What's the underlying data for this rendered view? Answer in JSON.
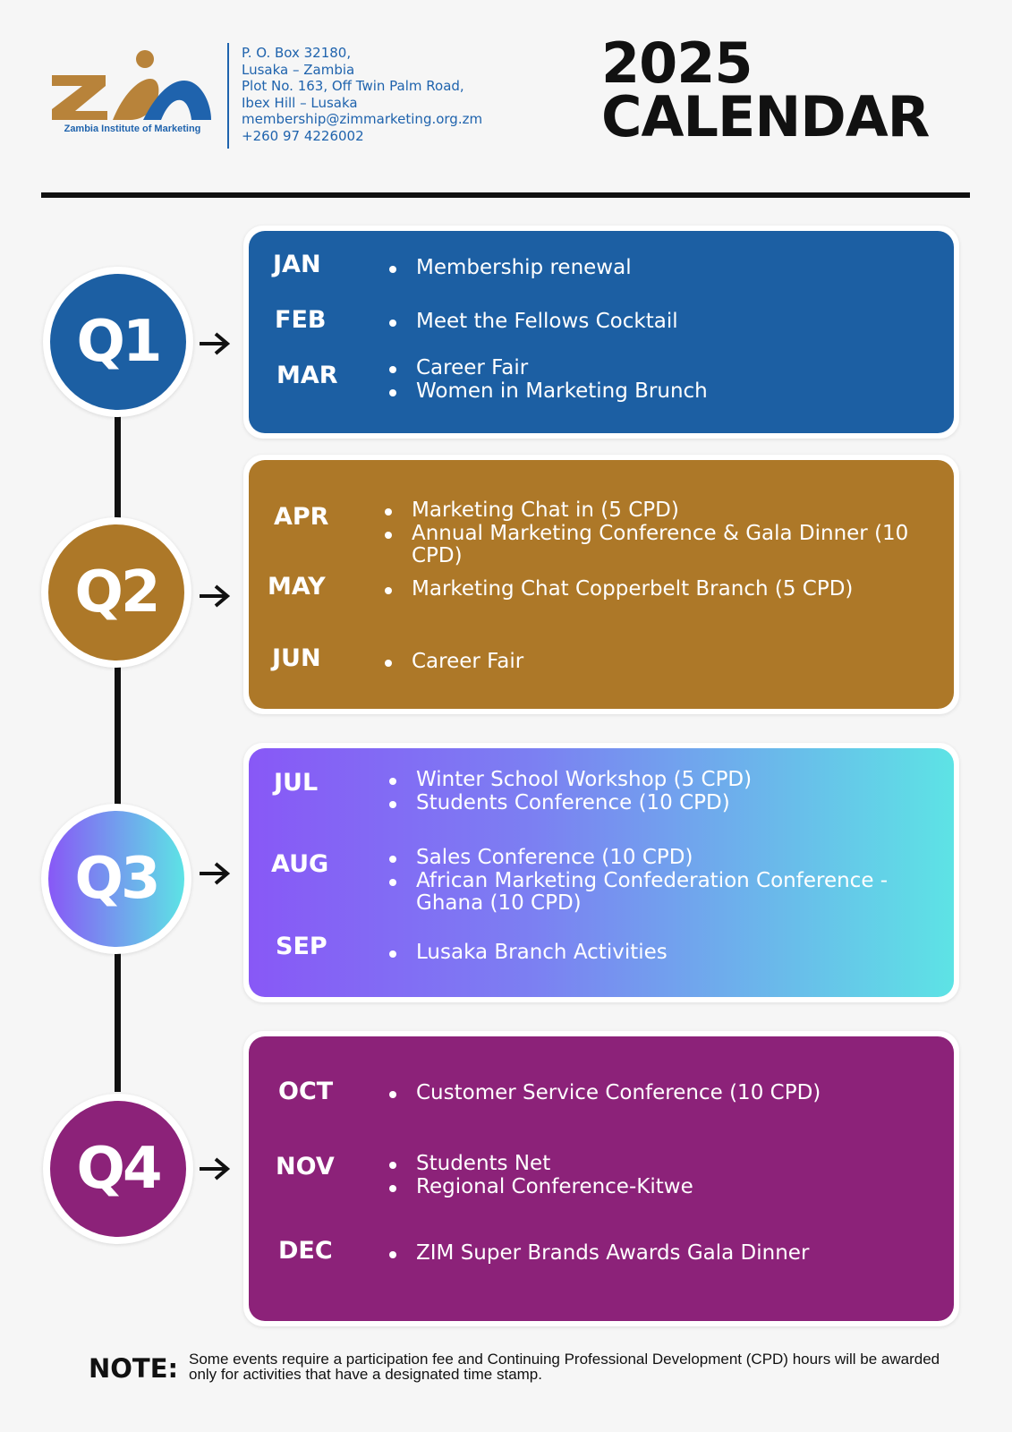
{
  "header": {
    "logo_caption": "Zambia Institute of Marketing",
    "address_lines": [
      "P. O. Box 32180,",
      "Lusaka – Zambia",
      "Plot No. 163, Off Twin Palm Road,",
      "Ibex Hill – Lusaka",
      "membership@zimmarketing.org.zm",
      "+260 97 4226002"
    ],
    "title_year": "2025",
    "title_word": "CALENDAR"
  },
  "colors": {
    "q1": "#1c5fa3",
    "q2": "#ad7828",
    "q3_start": "#8858f6",
    "q3_end": "#5de3e5",
    "q4": "#8c2279",
    "logo_gold": "#b8833a",
    "logo_blue": "#1f63ad"
  },
  "quarters": [
    {
      "label": "Q1",
      "months": [
        {
          "name": "JAN",
          "events": [
            "Membership renewal"
          ]
        },
        {
          "name": "FEB",
          "events": [
            "Meet the Fellows Cocktail"
          ]
        },
        {
          "name": "MAR",
          "events": [
            "Career Fair",
            "Women in Marketing Brunch"
          ]
        }
      ]
    },
    {
      "label": "Q2",
      "months": [
        {
          "name": "APR",
          "events": [
            "Marketing Chat in  (5 CPD)",
            "Annual Marketing Conference & Gala Dinner (10 CPD)"
          ]
        },
        {
          "name": "MAY",
          "events": [
            "Marketing Chat Copperbelt Branch (5 CPD)"
          ]
        },
        {
          "name": "JUN",
          "events": [
            "Career Fair"
          ]
        }
      ]
    },
    {
      "label": "Q3",
      "months": [
        {
          "name": "JUL",
          "events": [
            "Winter School Workshop (5 CPD)",
            "Students Conference (10 CPD)"
          ]
        },
        {
          "name": "AUG",
          "events": [
            "Sales Conference (10 CPD)",
            "African Marketing Confederation Conference - Ghana (10 CPD)"
          ]
        },
        {
          "name": "SEP",
          "events": [
            "Lusaka Branch Activities"
          ]
        }
      ]
    },
    {
      "label": "Q4",
      "months": [
        {
          "name": "OCT",
          "events": [
            "Customer Service Conference (10 CPD)"
          ]
        },
        {
          "name": "NOV",
          "events": [
            "Students Net",
            "Regional Conference-Kitwe"
          ]
        },
        {
          "name": "DEC",
          "events": [
            "ZIM Super Brands Awards Gala Dinner"
          ]
        }
      ]
    }
  ],
  "note": {
    "label": "NOTE:",
    "text": "Some events require a participation fee and Continuing Professional Development (CPD) hours will be awarded only for activities that have a designated time stamp."
  }
}
